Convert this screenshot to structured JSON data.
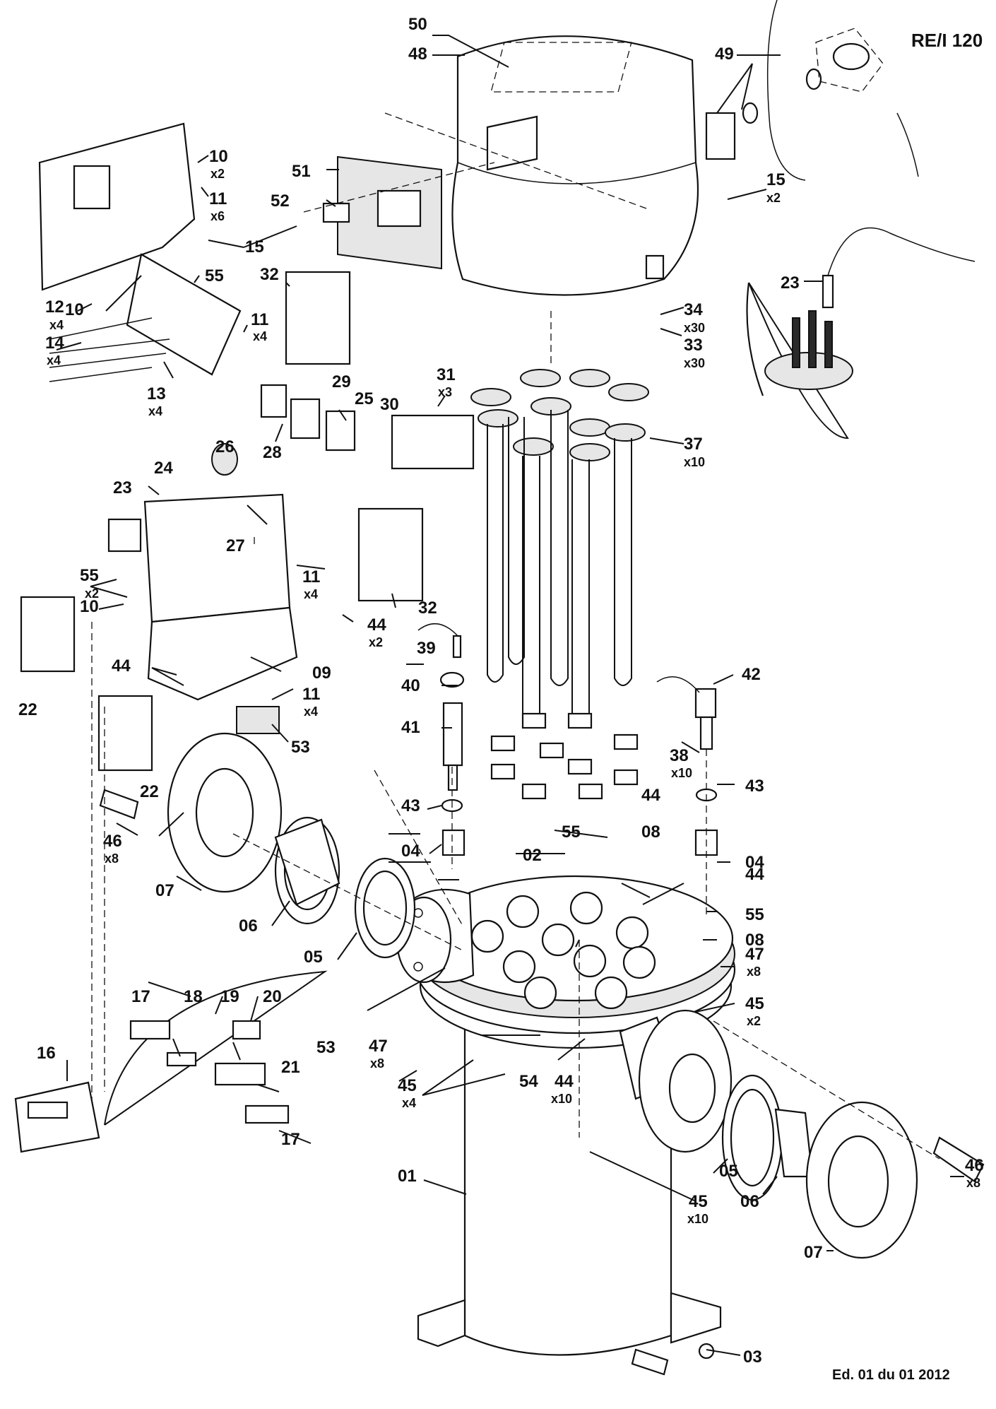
{
  "title": "RE/I 120",
  "edition": "Ed. 01 du 01 2012",
  "parts": {
    "p01": "01",
    "p02": "02",
    "p03": "03",
    "p04a": "04",
    "p04b": "04",
    "p05a": "05",
    "p05b": "05",
    "p06a": "06",
    "p06b": "06",
    "p07a": "07",
    "p07b": "07",
    "p08a": "08",
    "p08b": "08",
    "p09": "09",
    "p10a": "10",
    "p10b": "10",
    "p10c": "10",
    "p11a": "11",
    "p11b": "11",
    "p11c": "11",
    "p11d": "11",
    "p12": "12",
    "p13": "13",
    "p14": "14",
    "p15a": "15",
    "p15b": "15",
    "p16": "16",
    "p17a": "17",
    "p17b": "17",
    "p18": "18",
    "p19": "19",
    "p20": "20",
    "p21": "21",
    "p22a": "22",
    "p22b": "22",
    "p23a": "23",
    "p23b": "23",
    "p24": "24",
    "p25": "25",
    "p26": "26",
    "p27": "27",
    "p28": "28",
    "p29": "29",
    "p30": "30",
    "p31": "31",
    "p32a": "32",
    "p32b": "32",
    "p33": "33",
    "p34": "34",
    "p37": "37",
    "p38": "38",
    "p39": "39",
    "p40": "40",
    "p41": "41",
    "p42": "42",
    "p43a": "43",
    "p43b": "43",
    "p44a": "44",
    "p44b": "44",
    "p44c": "44",
    "p44d": "44",
    "p44e": "44",
    "p45a": "45",
    "p45b": "45",
    "p45c": "45",
    "p46a": "46",
    "p46b": "46",
    "p47a": "47",
    "p47b": "47",
    "p48": "48",
    "p49": "49",
    "p50": "50",
    "p51": "51",
    "p52": "52",
    "p53a": "53",
    "p53b": "53",
    "p54": "54",
    "p55a": "55",
    "p55b": "55",
    "p55c": "55",
    "p55d": "55"
  },
  "quantities": {
    "q10": "x2",
    "q11a": "x6",
    "q11b": "x4",
    "q11c": "x4",
    "q11d": "x4",
    "q12": "x4",
    "q13": "x4",
    "q14": "x4",
    "q15": "x2",
    "q31": "x3",
    "q33": "x30",
    "q34": "x30",
    "q37": "x10",
    "q38": "x10",
    "q44a": "x2",
    "q44b": "x10",
    "q45a": "x2",
    "q45b": "x4",
    "q45c": "x10",
    "q46a": "x8",
    "q46b": "x8",
    "q47a": "x8",
    "q47b": "x8",
    "q55": "x2"
  }
}
